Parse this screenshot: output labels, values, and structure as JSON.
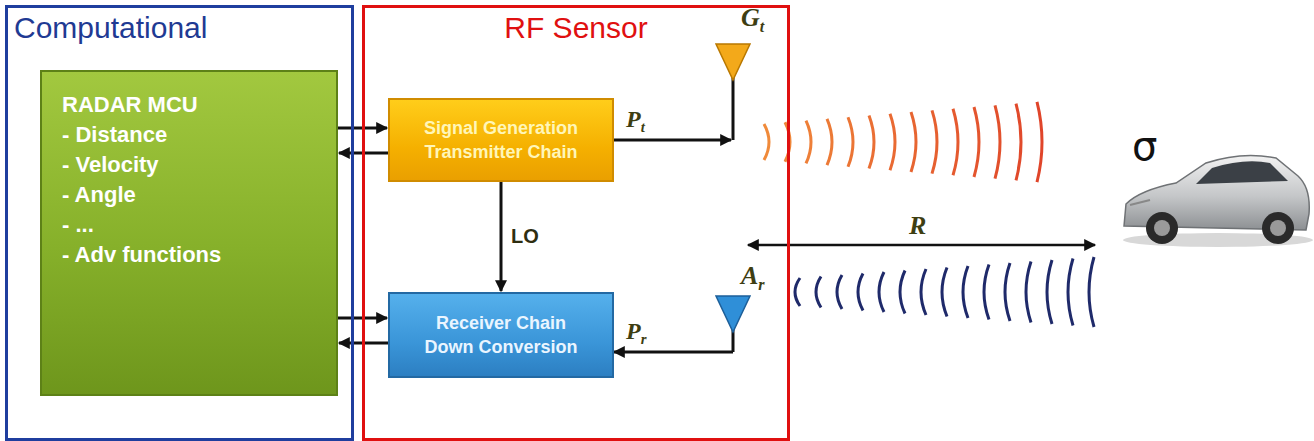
{
  "diagram": {
    "nodes": [
      {
        "text": [
          "Computational"
        ]
      },
      {
        "text": [
          "RF Sensor"
        ]
      },
      {
        "text": [
          "RADAR MCU",
          "- Distance",
          "- Velocity",
          "- Angle",
          "- ...",
          "- Adv functions"
        ],
        "in": 0
      },
      {
        "text": [
          "Signal Generation Transmitter Chain"
        ],
        "in": 1
      },
      {
        "text": [
          "Receiver Chain Down Conversion"
        ],
        "in": 1
      }
    ],
    "edges": [
      {
        "from": 2,
        "to": 3,
        "arrow": "to"
      },
      {
        "from": 3,
        "to": 2,
        "arrow": "to"
      },
      {
        "from": 2,
        "to": 4,
        "arrow": "to"
      },
      {
        "from": 4,
        "to": 2,
        "arrow": "to"
      },
      {
        "from": 3,
        "to": 4,
        "label": "LO",
        "arrow": "to"
      }
    ],
    "labels": [
      "Gt",
      "Pt",
      "Ar",
      "Pr",
      "R",
      "σ"
    ]
  }
}
